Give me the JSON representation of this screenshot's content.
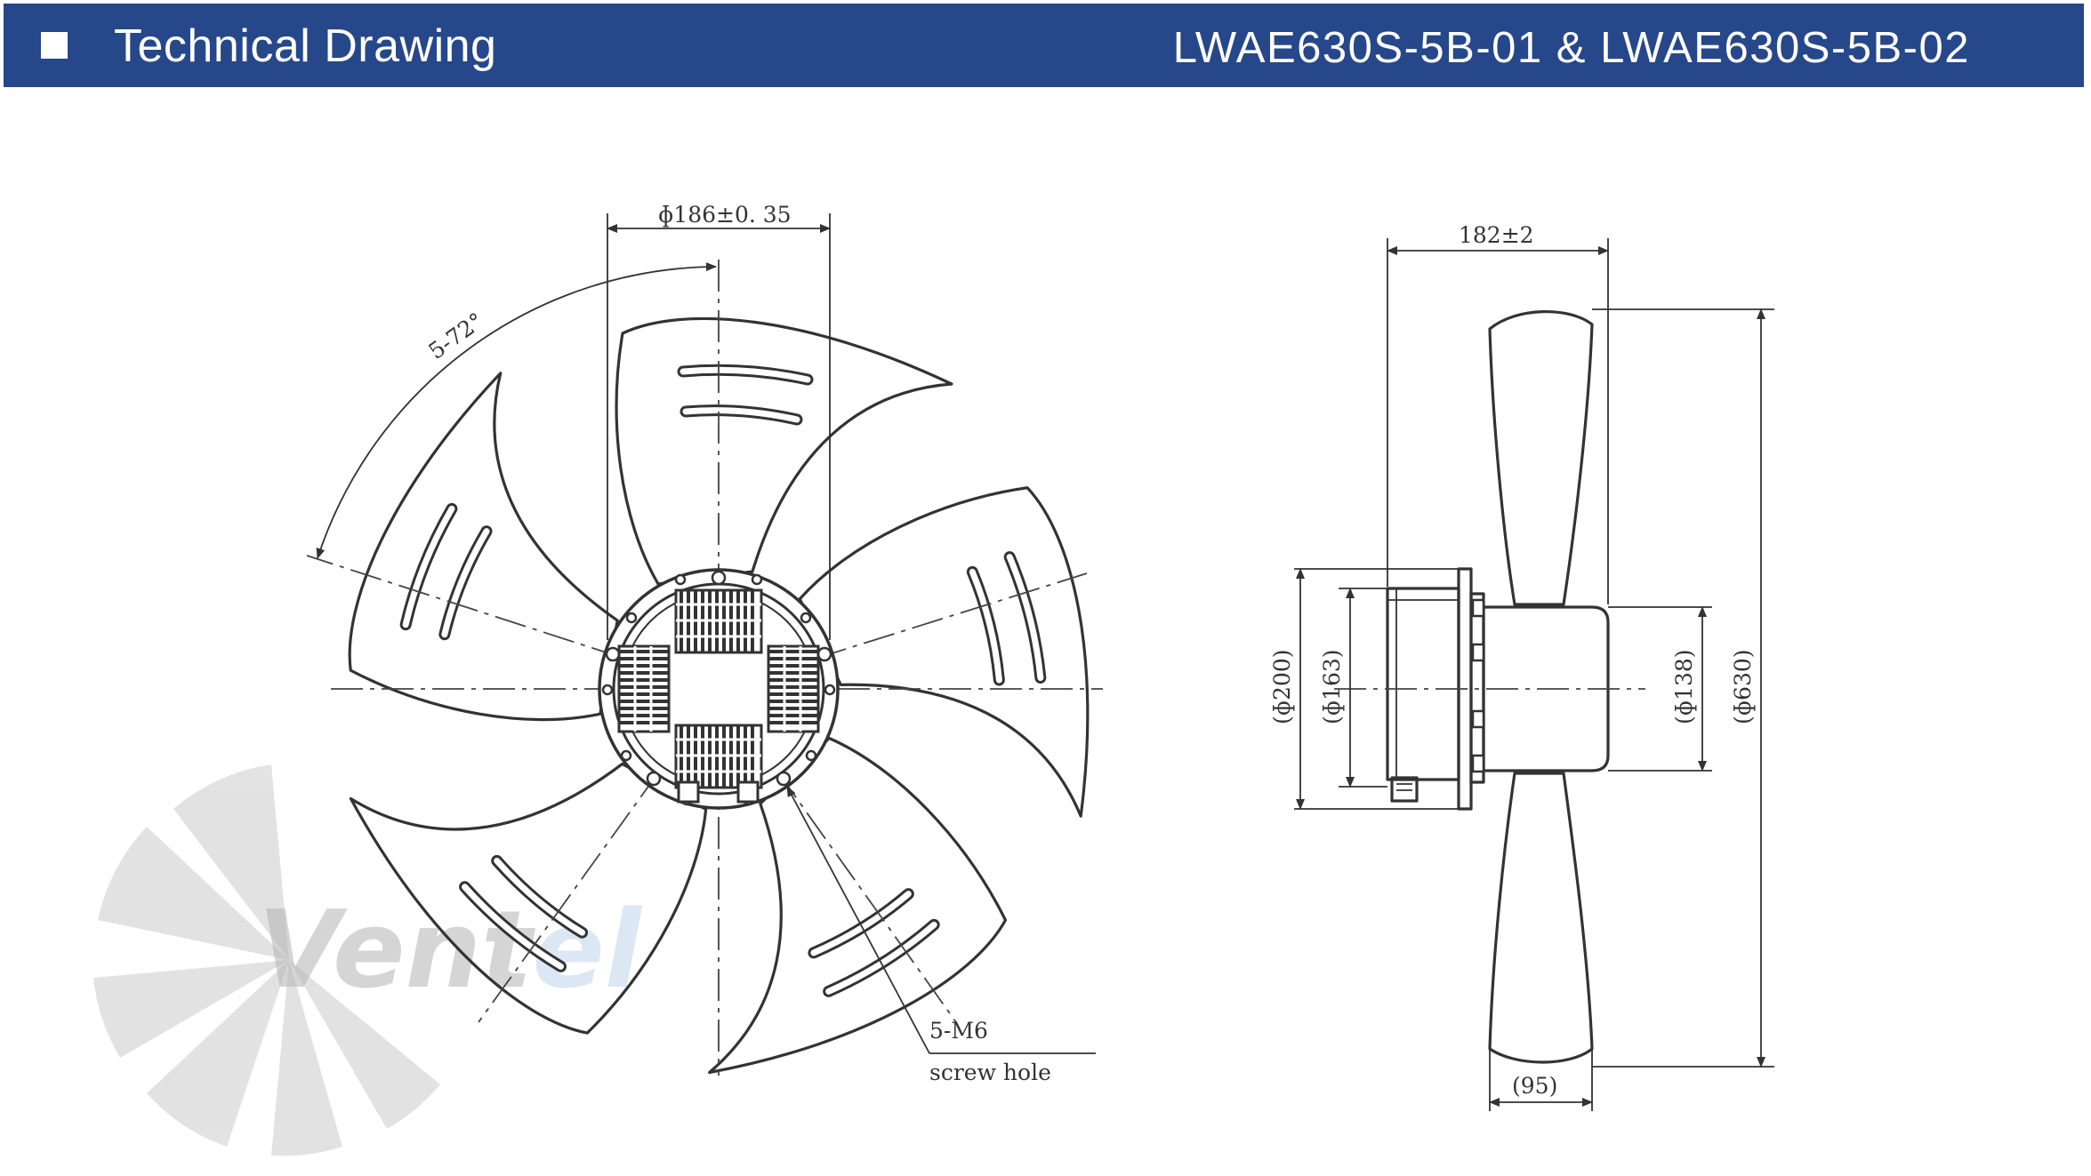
{
  "header": {
    "title": "Technical Drawing",
    "model": "LWAE630S-5B-01 & LWAE630S-5B-02"
  },
  "watermark": {
    "text_dark": "Vent",
    "text_light": "el",
    "color_dark": "#b3b3b3",
    "color_light": "#bed4ea"
  },
  "front_view": {
    "dim_hole_circle": "ɸ186±0. 35",
    "dim_angle": "5-72°",
    "screw_count": "5-M6",
    "screw_label": "screw hole"
  },
  "side_view": {
    "dim_depth": "182±2",
    "dim_mount_diameter": "(ɸ200)",
    "dim_flange_diameter": "(ɸ163)",
    "dim_motor_diameter": "(ɸ138)",
    "dim_fan_diameter": "(ɸ630)",
    "dim_blade_width": "(95)"
  },
  "colors": {
    "header_bg": "#26478a",
    "line": "#333333"
  }
}
